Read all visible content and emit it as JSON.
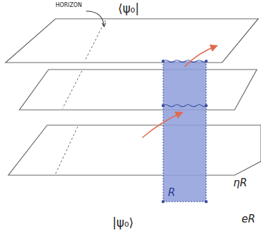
{
  "diagram": {
    "labels": [
      "⟨ψ₀|",
      "HORIZON",
      "|ψ₀⟩",
      "R",
      "ηR",
      "eR"
    ]
  }
}
